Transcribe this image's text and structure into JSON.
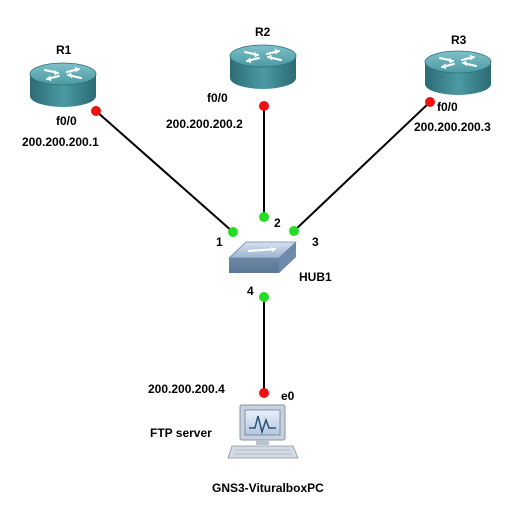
{
  "devices": {
    "r1": {
      "name": "R1",
      "interface": "f0/0",
      "ip": "200.200.200.1"
    },
    "r2": {
      "name": "R2",
      "interface": "f0/0",
      "ip": "200.200.200.2"
    },
    "r3": {
      "name": "R3",
      "interface": "f0/0",
      "ip": "200.200.200.3"
    },
    "hub": {
      "name": "HUB1",
      "ports": [
        "1",
        "2",
        "3",
        "4"
      ]
    },
    "pc": {
      "name": "GNS3-VituralboxPC",
      "interface": "e0",
      "ip": "200.200.200.4",
      "role": "FTP server"
    }
  },
  "colors": {
    "router_body": "#3f8a94",
    "link": "#000000",
    "endpoint_router": "#ee1111",
    "endpoint_hub": "#22dd22",
    "hub_body": "#8aa4c4"
  },
  "icons": {
    "router": "router-icon",
    "hub": "hub-icon",
    "pc": "computer-icon"
  }
}
